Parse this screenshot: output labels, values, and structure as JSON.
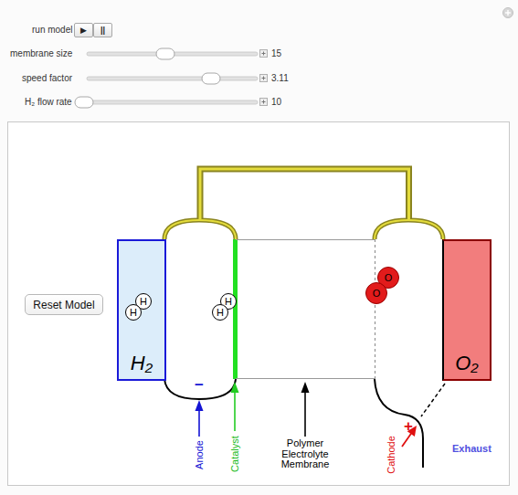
{
  "diagram": {
    "nodes": [
      {
        "text": [
          "▶"
        ]
      },
      {
        "text": [
          "||"
        ]
      },
      {
        "text": [
          "Reset Model"
        ]
      },
      {
        "text": [
          "H₂"
        ]
      },
      {
        "text": [
          "H"
        ],
        "in": 3
      },
      {
        "text": [
          "H"
        ],
        "in": 3
      },
      {
        "text": [
          "−"
        ]
      },
      {
        "text": [
          "H"
        ],
        "in": 6
      },
      {
        "text": [
          "H"
        ],
        "in": 6
      },
      {
        "text": [
          "+"
        ]
      },
      {
        "text": [
          "O"
        ],
        "in": 9
      },
      {
        "text": [
          "O"
        ],
        "in": 9
      },
      {
        "text": [
          "O₂"
        ]
      }
    ],
    "edges": [
      {
        "from": 6,
        "to": 9,
        "arrow": "none"
      }
    ],
    "labels": [
      "run model",
      "membrane size",
      "15",
      "speed factor",
      "3.11",
      "H₂ flow rate",
      "10",
      "Anode",
      "Catalyst",
      "Polymer Electrolyte Membrane",
      "Cathode",
      "Exhaust"
    ]
  }
}
